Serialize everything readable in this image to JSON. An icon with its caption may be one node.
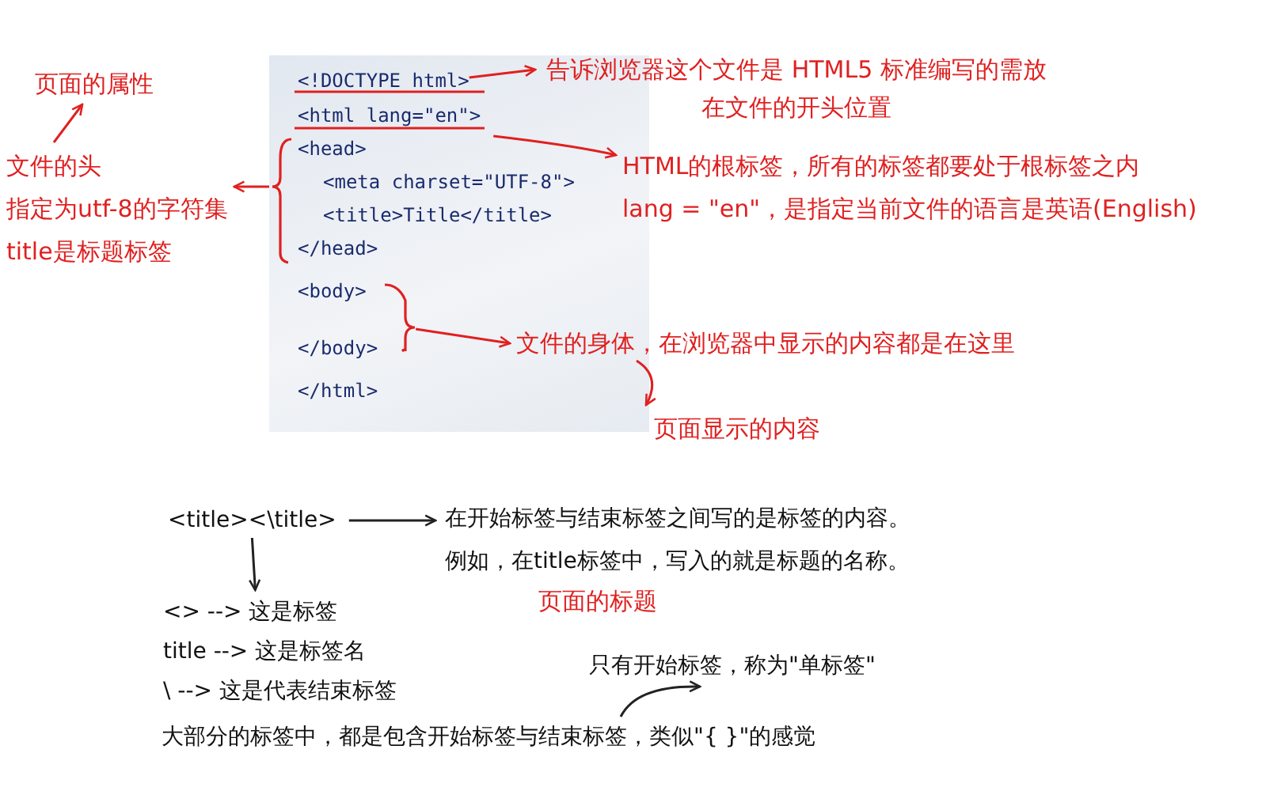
{
  "diagram": {
    "nodes": [
      {
        "text": [
          "<!DOCTYPE html>"
        ]
      },
      {
        "text": [
          "<html lang=\"en\">"
        ]
      },
      {
        "text": [
          "<head>",
          "<meta charset=\"UTF-8\">",
          "<title>Title</title>",
          "</head>"
        ]
      },
      {
        "text": [
          "<body>",
          "</body>"
        ]
      },
      {
        "text": [
          "告诉浏览器这个文件是 HTML5 标准编写的需放在文件的开头位置"
        ]
      },
      {
        "text": [
          "HTML的根标签，所有的标签都要处于根标签之内",
          "lang = \"en\"，是指定当前文件的语言是英语(English)"
        ]
      },
      {
        "text": [
          "文件的头",
          "指定为utf-8的字符集",
          "title是标题标签"
        ]
      },
      {
        "text": [
          "页面的属性"
        ]
      },
      {
        "text": [
          "文件的身体，在浏览器中显示的内容都是在这里"
        ]
      },
      {
        "text": [
          "页面显示的内容"
        ]
      },
      {
        "text": [
          "<title><\\title>"
        ]
      },
      {
        "text": [
          "在开始标签与结束标签之间写的是标签的内容。",
          "例如，在title标签中，写入的就是标题的名称。"
        ]
      },
      {
        "text": [
          "<> --> 这是标签",
          "title --> 这是标签名",
          "\\ --> 这是代表结束标签"
        ]
      },
      {
        "text": [
          "大部分的标签中，都是包含开始标签与结束标签，类似\"{ }\"的感觉"
        ]
      },
      {
        "text": [
          "只有开始标签，称为\"单标签\""
        ]
      }
    ],
    "edges": [
      {
        "from": 0,
        "to": 4,
        "arrow": "to"
      },
      {
        "from": 1,
        "to": 5,
        "arrow": "to"
      },
      {
        "from": 2,
        "to": 6,
        "arrow": "to"
      },
      {
        "from": 6,
        "to": 7,
        "arrow": "to"
      },
      {
        "from": 3,
        "to": 8,
        "arrow": "to"
      },
      {
        "from": 8,
        "to": 9,
        "arrow": "to"
      },
      {
        "from": 10,
        "to": 11,
        "arrow": "to",
        "color": "#222222"
      },
      {
        "from": 10,
        "to": 12,
        "arrow": "to",
        "color": "#222222"
      },
      {
        "from": 13,
        "to": 14,
        "arrow": "to",
        "color": "#222222"
      }
    ],
    "labels": [
      "</html>",
      "页面的标题"
    ]
  }
}
